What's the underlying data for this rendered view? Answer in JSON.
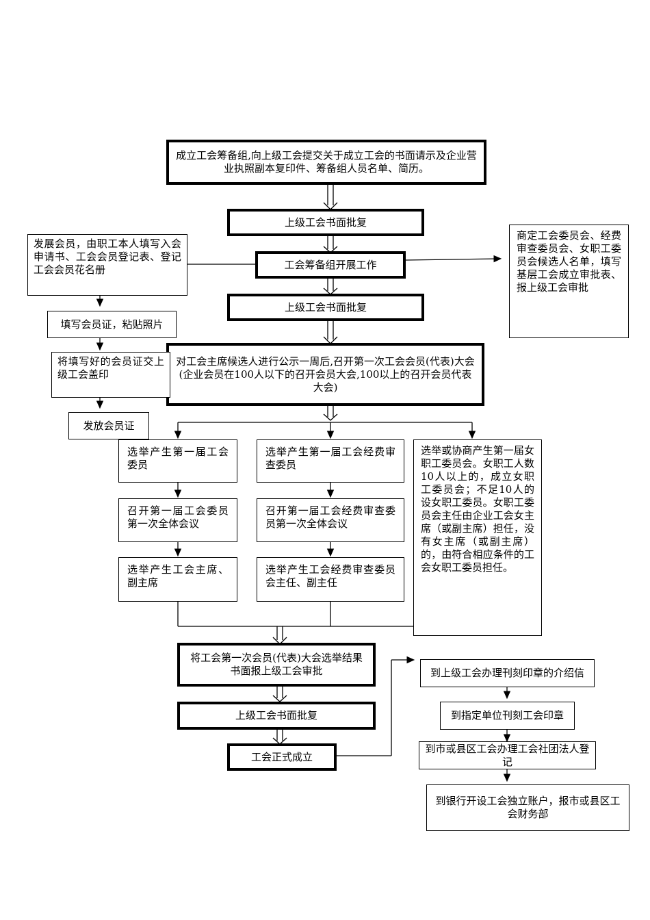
{
  "main_flow": {
    "step1": "成立工会筹备组,向上级工会提交关于成立工会的书面请示及企业营业执照副本复印件、筹备组人员名单、简历。",
    "step2": "上级工会书面批复",
    "step3": "工会筹备组开展工作",
    "step4": "上级工会书面批复",
    "step5": "对工会主席候选人进行公示一周后,召开第一次工会会员(代表)大会(企业会员在100人以下的召开会员大会,100以上的召开会员代表大会)",
    "step6": "将工会第一次会员(代表)大会选举结果书面报上级工会审批",
    "step7": "上级工会书面批复",
    "step8": "工会正式成立"
  },
  "left_branch": {
    "item1": "发展会员，由职工本人填写入会申请书、工会会员登记表、登记工会会员花名册",
    "item2": "填写会员证，粘贴照片",
    "item3": "将填写好的会员证交上级工会盖印",
    "item4": "发放会员证"
  },
  "right_note": "商定工会委员会、经费审查委员会、女职工委员会候选人名单，填写基层工会成立审批表、报上级工会审批",
  "columns": {
    "col1": [
      "选举产生第一届工会委员",
      "召开第一届工会委员第一次全体会议",
      "选举产生工会主席、副主席"
    ],
    "col2": [
      "选举产生第一届工会经费审查委员",
      "召开第一届工会经费审查委员第一次全体会议",
      "选举产生工会经费审查委员会主任、副主任"
    ],
    "col3": "选举或协商产生第一届女职工委员会。女职工人数10人以上的，成立女职工委员会；不足10人的设女职工委员。女职工委员会主任由企业工会女主席（或副主席）担任，没有女主席（或副主席）的，由符合相应条件的工会女职工委员担任。"
  },
  "after_steps": [
    "到上级工会办理刊刻印章的介绍信",
    "到指定单位刊刻工会印章",
    "到市或县区工会办理工会社团法人登记",
    "到银行开设工会独立账户，报市或县区工会财务部"
  ]
}
